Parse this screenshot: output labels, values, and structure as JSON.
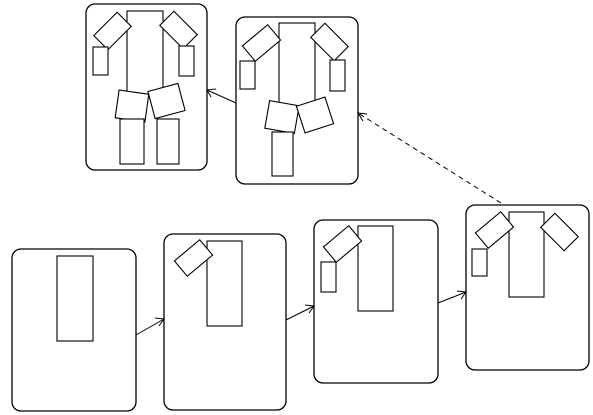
{
  "diagram": {
    "colors": {
      "stroke": "#000000",
      "fill": "#ffffff",
      "background": "#ffffff"
    },
    "frames": [
      {
        "id": "frame-1",
        "parts": [
          "torso"
        ]
      },
      {
        "id": "frame-2",
        "parts": [
          "torso",
          "upper-arm-left"
        ]
      },
      {
        "id": "frame-3",
        "parts": [
          "torso",
          "upper-arm-left",
          "forearm-left"
        ]
      },
      {
        "id": "frame-4",
        "parts": [
          "torso",
          "upper-arm-left",
          "forearm-left",
          "upper-arm-right"
        ]
      },
      {
        "id": "frame-5",
        "parts": [
          "torso",
          "upper-arm-left",
          "forearm-left",
          "upper-arm-right",
          "forearm-right",
          "thigh-left",
          "thigh-right",
          "shin-left"
        ]
      },
      {
        "id": "frame-6",
        "parts": [
          "torso",
          "upper-arm-left",
          "forearm-left",
          "upper-arm-right",
          "forearm-right",
          "thigh-left",
          "thigh-right",
          "shin-left",
          "shin-right"
        ]
      }
    ],
    "arrows": [
      {
        "from": "frame-1",
        "to": "frame-2",
        "style": "solid"
      },
      {
        "from": "frame-2",
        "to": "frame-3",
        "style": "solid"
      },
      {
        "from": "frame-3",
        "to": "frame-4",
        "style": "solid"
      },
      {
        "from": "frame-4",
        "to": "frame-5",
        "style": "dashed"
      },
      {
        "from": "frame-5",
        "to": "frame-6",
        "style": "solid"
      }
    ]
  }
}
